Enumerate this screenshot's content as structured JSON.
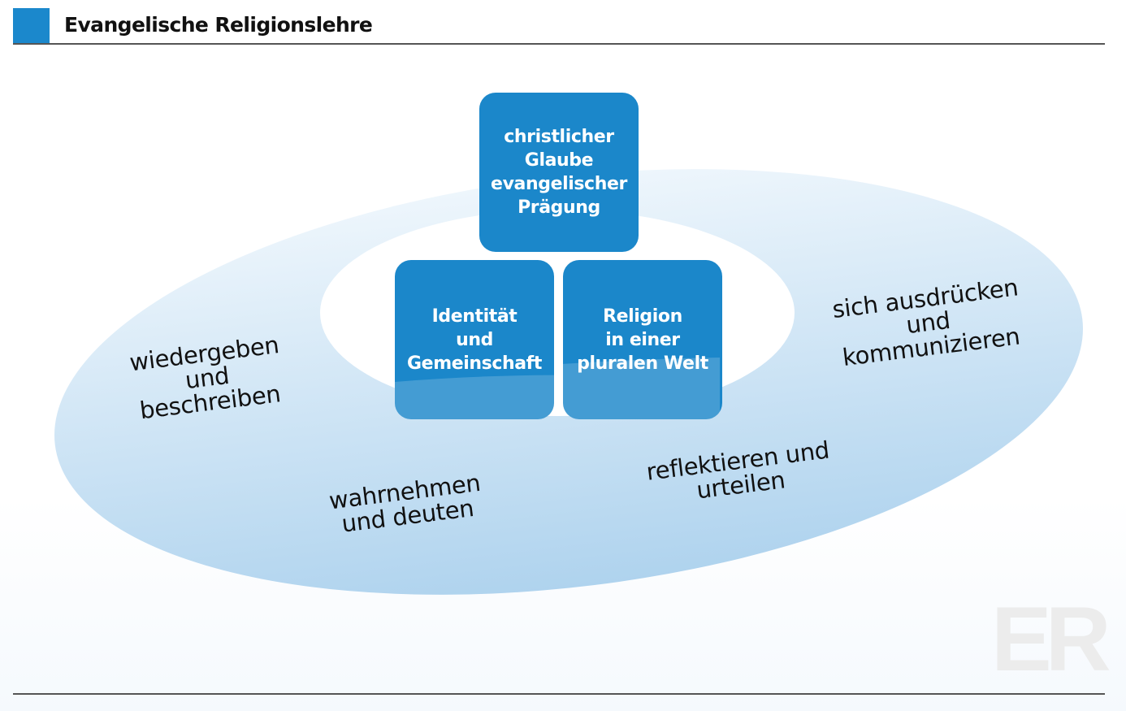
{
  "header": {
    "title": "Evangelische Religionslehre"
  },
  "watermark": "ER",
  "colors": {
    "accent": "#1b88cc",
    "box": "#1b87ca",
    "ring_top": "#eaf3fb",
    "ring_bottom": "#b3d5ef"
  },
  "core_boxes": [
    {
      "label": "christlicher\nGlaube\nevangelischer\nPrägung"
    },
    {
      "label": "Identität\nund\nGemeinschaft"
    },
    {
      "label": "Religion\nin einer\npluralen Welt"
    }
  ],
  "competences": [
    {
      "label": "wiedergeben\nund\nbeschreiben"
    },
    {
      "label": "wahrnehmen\nund deuten"
    },
    {
      "label": "reflektieren und\nurteilen"
    },
    {
      "label": "sich ausdrücken\nund\nkommunizieren"
    }
  ]
}
